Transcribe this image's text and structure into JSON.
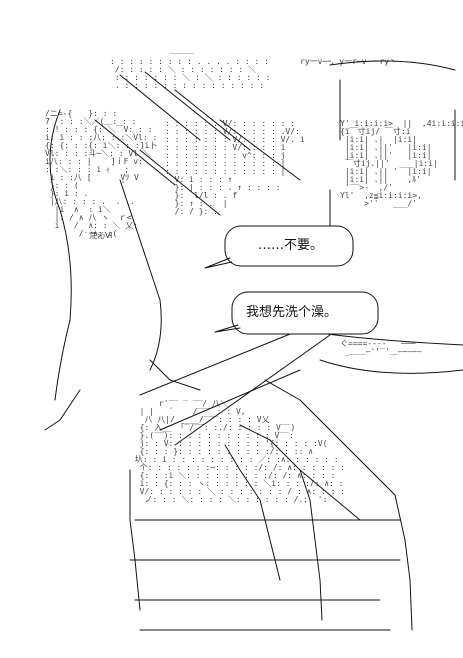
{
  "speech": {
    "line1": "……不要。",
    "line2": "我想先洗个澡。"
  },
  "art": {
    "hair_top": "ry一v─ｰ、y一r─v─一ry丶",
    "char_left": "ﾞ荒沁Ⅵ"
  }
}
